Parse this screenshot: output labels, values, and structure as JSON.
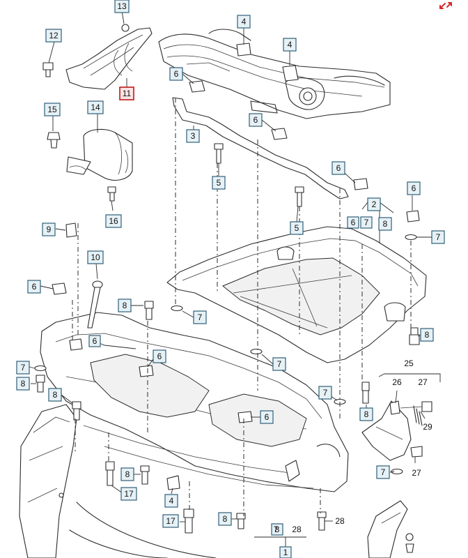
{
  "diagram": {
    "callouts": [
      {
        "id": "c13",
        "label": "13"
      },
      {
        "id": "c12",
        "label": "12"
      },
      {
        "id": "c11",
        "label": "11",
        "selected": true
      },
      {
        "id": "c4a",
        "label": "4"
      },
      {
        "id": "c4b",
        "label": "4"
      },
      {
        "id": "c6a",
        "label": "6"
      },
      {
        "id": "c6b",
        "label": "6"
      },
      {
        "id": "c3",
        "label": "3"
      },
      {
        "id": "c5a",
        "label": "5"
      },
      {
        "id": "c15",
        "label": "15"
      },
      {
        "id": "c14",
        "label": "14"
      },
      {
        "id": "c16",
        "label": "16"
      },
      {
        "id": "c6c",
        "label": "6"
      },
      {
        "id": "c2",
        "label": "2"
      },
      {
        "id": "c6d",
        "label": "6"
      },
      {
        "id": "c7a",
        "label": "7"
      },
      {
        "id": "c8a",
        "label": "8"
      },
      {
        "id": "c5b",
        "label": "5"
      },
      {
        "id": "c6e",
        "label": "6"
      },
      {
        "id": "c7b",
        "label": "7"
      },
      {
        "id": "c9",
        "label": "9"
      },
      {
        "id": "c10",
        "label": "10"
      },
      {
        "id": "c6f",
        "label": "6"
      },
      {
        "id": "c8b",
        "label": "8"
      },
      {
        "id": "c7c",
        "label": "7"
      },
      {
        "id": "c6g",
        "label": "6"
      },
      {
        "id": "c6h",
        "label": "6"
      },
      {
        "id": "c7d",
        "label": "7"
      },
      {
        "id": "c8c",
        "label": "8"
      },
      {
        "id": "c7e",
        "label": "7"
      },
      {
        "id": "c8d",
        "label": "8"
      },
      {
        "id": "c7f",
        "label": "7"
      },
      {
        "id": "c8e",
        "label": "8"
      },
      {
        "id": "c8f",
        "label": "8"
      },
      {
        "id": "c6i",
        "label": "6"
      },
      {
        "id": "c8g",
        "label": "8"
      },
      {
        "id": "c17a",
        "label": "17"
      },
      {
        "id": "c4c",
        "label": "4"
      },
      {
        "id": "c17b",
        "label": "17"
      },
      {
        "id": "c8h",
        "label": "8"
      },
      {
        "id": "c7g",
        "label": "7"
      },
      {
        "id": "c8i",
        "label": "8"
      },
      {
        "id": "c1",
        "label": "1"
      }
    ],
    "plain_labels": [
      {
        "id": "p25",
        "label": "25"
      },
      {
        "id": "p26",
        "label": "26"
      },
      {
        "id": "p27a",
        "label": "27"
      },
      {
        "id": "p29",
        "label": "29"
      },
      {
        "id": "p27b",
        "label": "27"
      },
      {
        "id": "p28a",
        "label": "28"
      },
      {
        "id": "p28b",
        "label": "28"
      }
    ],
    "toolbar": {
      "expand_icon": "expand-arrows-icon",
      "accent": "#d62828"
    },
    "colors": {
      "callout_fill": "#e6f1f6",
      "callout_border": "#2f5f78",
      "selected_border": "#c01818",
      "line": "#2a2a2a"
    }
  }
}
